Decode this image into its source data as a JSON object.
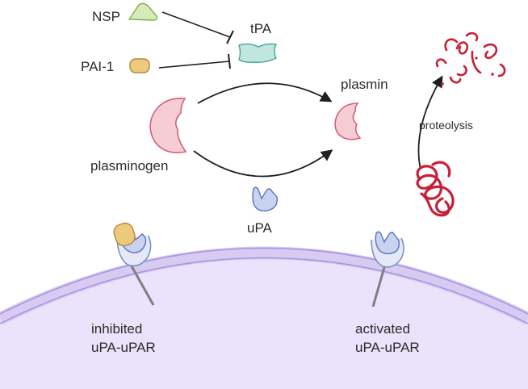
{
  "labels": {
    "nsp": "NSP",
    "pai1": "PAI-1",
    "tpa": "tPA",
    "plasmin": "plasmin",
    "plasminogen": "plasminogen",
    "proteolysis": "proteolysis",
    "upa": "uPA",
    "inhibited_line1": "inhibited",
    "inhibited_line2": "uPA-uPAR",
    "activated_line1": "activated",
    "activated_line2": "uPA-uPAR"
  },
  "colors": {
    "nsp": "#d6ebb8",
    "pai1": "#edc97e",
    "tpa": "#bfe6df",
    "plasminogen": "#f6cdd5",
    "upa": "#c9d3f0",
    "upar": "#e4e8f7",
    "fibrin": "#c81f38",
    "membrane": "#d7cbf2",
    "membrane_line": "#a994e2",
    "arrow": "#1f1f1f"
  }
}
